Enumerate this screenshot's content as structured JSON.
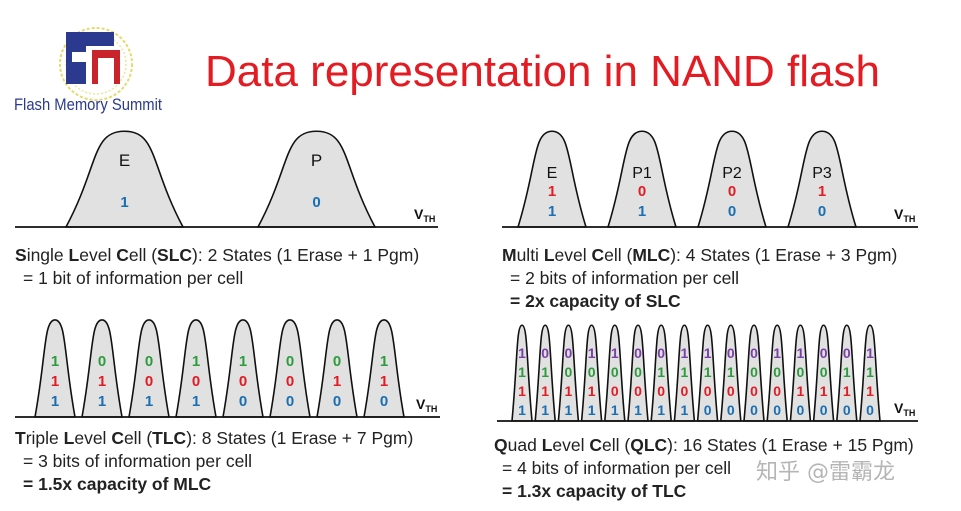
{
  "logo": {
    "name": "Flash Memory Summit",
    "mark": "FMS"
  },
  "title": "Data representation in NAND flash",
  "axis": {
    "label": "V",
    "sub": "TH"
  },
  "colors": {
    "red": "#e31c23",
    "blue": "#1a6fb3",
    "green": "#2c9c3c",
    "purple": "#7b3fa8",
    "curve_fill": "#e1e1e1",
    "text": "#222222"
  },
  "slc": {
    "states": [
      {
        "label": "E",
        "bits": [
          "1"
        ]
      },
      {
        "label": "P",
        "bits": [
          "0"
        ]
      }
    ],
    "caption": {
      "s": "S",
      "ingle": "ingle ",
      "l": "L",
      "evel": "evel ",
      "c": "C",
      "ell": "ell (",
      "abbr": "SLC",
      "rest": "): 2 States (1 Erase + 1 Pgm)",
      "line2": "= 1 bit of information per cell"
    }
  },
  "mlc": {
    "states": [
      {
        "label": "E",
        "bits": [
          "1",
          "1"
        ]
      },
      {
        "label": "P1",
        "bits": [
          "0",
          "1"
        ]
      },
      {
        "label": "P2",
        "bits": [
          "0",
          "0"
        ]
      },
      {
        "label": "P3",
        "bits": [
          "1",
          "0"
        ]
      }
    ],
    "caption": {
      "s": "M",
      "ingle": "ulti ",
      "l": "L",
      "evel": "evel ",
      "c": "C",
      "ell": "ell (",
      "abbr": "MLC",
      "rest": "): 4 States (1 Erase + 3 Pgm)",
      "line2": "= 2 bits of information per cell",
      "line3": "= 2x capacity of SLC"
    }
  },
  "tlc": {
    "states": [
      {
        "bits": [
          "1",
          "1",
          "1"
        ]
      },
      {
        "bits": [
          "0",
          "1",
          "1"
        ]
      },
      {
        "bits": [
          "0",
          "0",
          "1"
        ]
      },
      {
        "bits": [
          "1",
          "0",
          "1"
        ]
      },
      {
        "bits": [
          "1",
          "0",
          "0"
        ]
      },
      {
        "bits": [
          "0",
          "0",
          "0"
        ]
      },
      {
        "bits": [
          "0",
          "1",
          "0"
        ]
      },
      {
        "bits": [
          "1",
          "1",
          "0"
        ]
      }
    ],
    "caption": {
      "s": "T",
      "ingle": "riple ",
      "l": "L",
      "evel": "evel ",
      "c": "C",
      "ell": "ell (",
      "abbr": "TLC",
      "rest": "): 8 States (1 Erase + 7 Pgm)",
      "line2": "= 3 bits of information per cell",
      "line3": "= 1.5x capacity of MLC"
    }
  },
  "qlc": {
    "states": [
      {
        "bits": [
          "1",
          "1",
          "1",
          "1"
        ]
      },
      {
        "bits": [
          "0",
          "1",
          "1",
          "1"
        ]
      },
      {
        "bits": [
          "0",
          "0",
          "1",
          "1"
        ]
      },
      {
        "bits": [
          "1",
          "0",
          "1",
          "1"
        ]
      },
      {
        "bits": [
          "1",
          "0",
          "0",
          "1"
        ]
      },
      {
        "bits": [
          "0",
          "0",
          "0",
          "1"
        ]
      },
      {
        "bits": [
          "0",
          "1",
          "0",
          "1"
        ]
      },
      {
        "bits": [
          "1",
          "1",
          "0",
          "1"
        ]
      },
      {
        "bits": [
          "1",
          "1",
          "0",
          "0"
        ]
      },
      {
        "bits": [
          "0",
          "1",
          "0",
          "0"
        ]
      },
      {
        "bits": [
          "0",
          "0",
          "0",
          "0"
        ]
      },
      {
        "bits": [
          "1",
          "0",
          "0",
          "0"
        ]
      },
      {
        "bits": [
          "1",
          "0",
          "1",
          "0"
        ]
      },
      {
        "bits": [
          "0",
          "0",
          "1",
          "0"
        ]
      },
      {
        "bits": [
          "0",
          "1",
          "1",
          "0"
        ]
      },
      {
        "bits": [
          "1",
          "1",
          "1",
          "0"
        ]
      }
    ],
    "caption": {
      "s": "Q",
      "ingle": "uad ",
      "l": "L",
      "evel": "evel ",
      "c": "C",
      "ell": "ell (",
      "abbr": "QLC",
      "rest": "): 16 States (1 Erase + 15 Pgm)",
      "line2": "= 4 bits of information per cell",
      "line3": "= 1.3x capacity of TLC"
    }
  },
  "watermark": "知乎 @雷霸龙"
}
